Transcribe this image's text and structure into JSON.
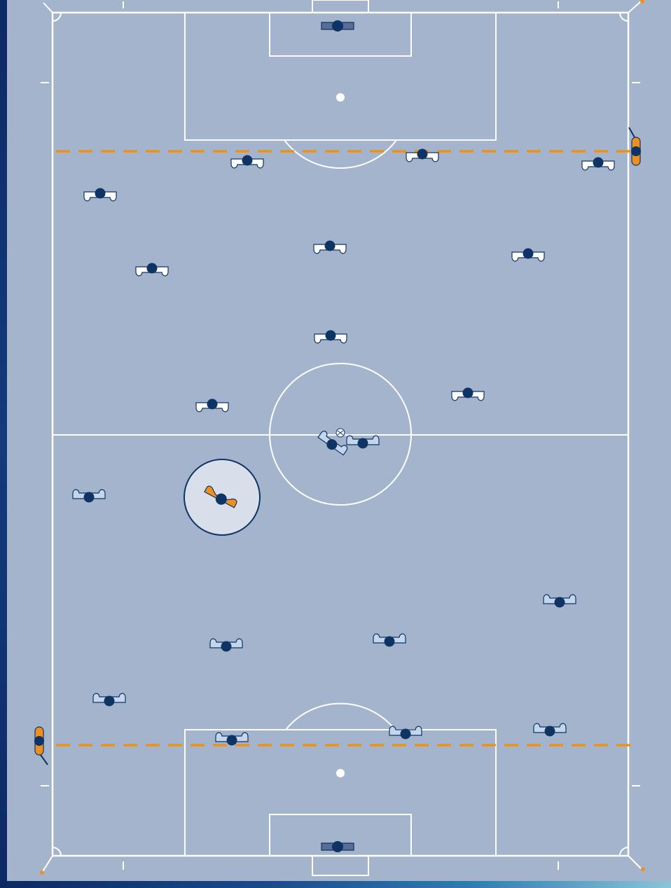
{
  "colors": {
    "pitch": "#a3b4cc",
    "lines": "#ffffff",
    "offside_line": "#f0901c",
    "player_dark": "#0e3466",
    "player_light_team": "#ffffff",
    "player_blue_team": "#b9cde6",
    "highlight_ring": "#d8dfeb",
    "accent_orange": "#f0901c",
    "border_blue": "#0d2f6b"
  },
  "diagram": {
    "type": "soccer-tactics-board",
    "orientation": "vertical",
    "offside_lines": [
      "top",
      "bottom"
    ],
    "team_top": {
      "kit": "white",
      "goalkeeper": "1",
      "outfield_players": 10
    },
    "team_bottom": {
      "kit": "light-blue",
      "goalkeeper": "1",
      "outfield_players": 10
    },
    "assistant_referees": 2,
    "highlighted_player": "bottom-left-midfield",
    "ball": "center-spot"
  }
}
